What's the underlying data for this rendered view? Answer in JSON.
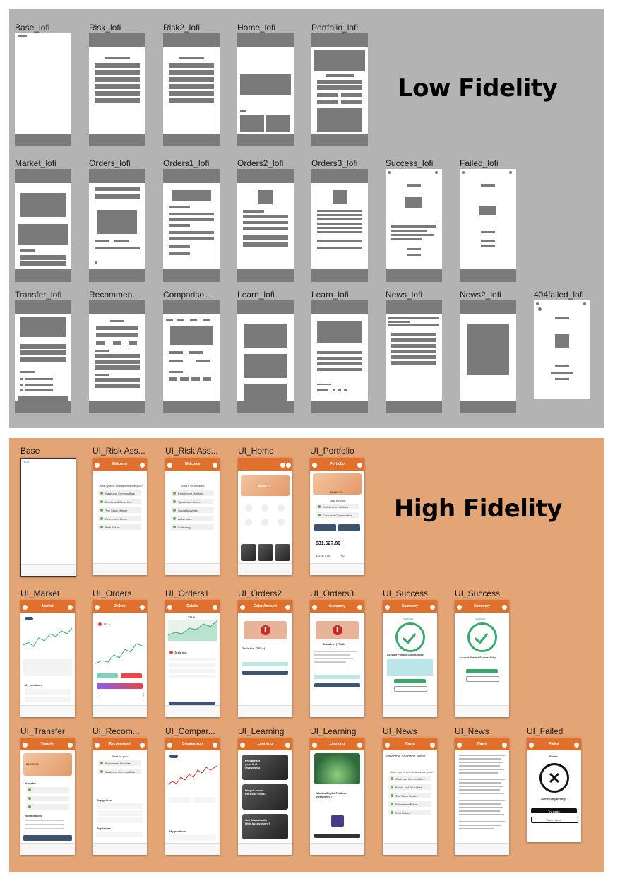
{
  "low_fidelity": {
    "heading": "Low Fidelity",
    "screens": [
      "Base_lofi",
      "Risk_lofi",
      "Risk2_lofi",
      "Home_lofi",
      "Portfolio_lofi",
      "Market_lofi",
      "Orders_lofi",
      "Orders1_lofi",
      "Orders2_lofi",
      "Orders3_lofi",
      "Success_lofi",
      "Failed_lofi",
      "Transfer_lofi",
      "Recommen...",
      "Compariso...",
      "Learn_lofi",
      "Learn_lofi",
      "News_lofi",
      "News2_lofi",
      "404failed_lofi"
    ]
  },
  "high_fidelity": {
    "heading": "High Fidelity",
    "screens": [
      "Base",
      "UI_Risk Ass...",
      "UI_Risk Ass...",
      "UI_Home",
      "UI_Portfolio",
      "UI_Market",
      "UI_Orders",
      "UI_Orders1",
      "UI_Orders2",
      "UI_Orders3",
      "UI_Success",
      "UI_Success",
      "UI_Transfer",
      "UI_Recom...",
      "UI_Compar...",
      "UI_Learning",
      "UI_Learning",
      "UI_News",
      "UI_News",
      "UI_Failed"
    ]
  },
  "ui_text": {
    "welcome": "Welcome",
    "risk_q1": "what type of Investments are you?",
    "risk_opts1": [
      "Cash and Commodities",
      "Bonds and Securities",
      "The Stock Market",
      "Retirement Plans",
      "Real Estate"
    ],
    "hobby_q": "What's your hobby?",
    "hobby_opts": [
      "Enrichment Hobbies",
      "Sports and Games",
      "Social Activities",
      "Automatics",
      "Collecting"
    ],
    "home_balance": "$5,260.71",
    "portfolio": "Portfolio",
    "portfolio_balance": "$5,260.71",
    "best_for_you": "Best for you!",
    "best_opts": [
      "Enrichment Hobbies",
      "Cash and Commodities"
    ],
    "portfolio_value": "$31,627.80",
    "portfolio_sub": "$31,477.50",
    "portfolio_sub2": "$0",
    "market": "Market",
    "my_positions": "My positions",
    "orders": "Orders",
    "details": "Details",
    "tsla": "TSLA",
    "tesla": "Tesla Inc.",
    "enter_amount": "Enter Amount",
    "tesla_tsla": "Tesla Inc. (TSLA)",
    "summary": "Summary",
    "success": "Success",
    "account_funded": "Account Funded Successfully!",
    "transfer": "Transfer",
    "transfer_balance": "$1,350.71",
    "notifications": "Notifications",
    "recommend": "Recommend",
    "top_gainers": "Top gainers",
    "top_losers": "Top losers",
    "comparison": "Comparison",
    "learning": "Learning",
    "learn_cards": [
      "Prepare for your first investment",
      "Do you know Portfolio Goes?",
      "Get Started with Risk Assessment?"
    ],
    "learn_q": "What is Digital Platform investment?",
    "news": "News",
    "news_welcome": "Welcome SeaBank News",
    "news_q": "what type of Investments are you?",
    "news_opts": [
      "Cash and Commodities",
      "Bonds and Securities",
      "The Stock Market",
      "Retirement Plans",
      "Real Estate"
    ],
    "failed": "Failed",
    "something_wrong": "Something wrong!",
    "try_again": "Try again",
    "back_home": "Back Home"
  },
  "colors": {
    "lofi_bg": "#b3b3b3",
    "hifi_bg": "#e3a576",
    "accent": "#e0702c",
    "success": "#3aa86a"
  }
}
